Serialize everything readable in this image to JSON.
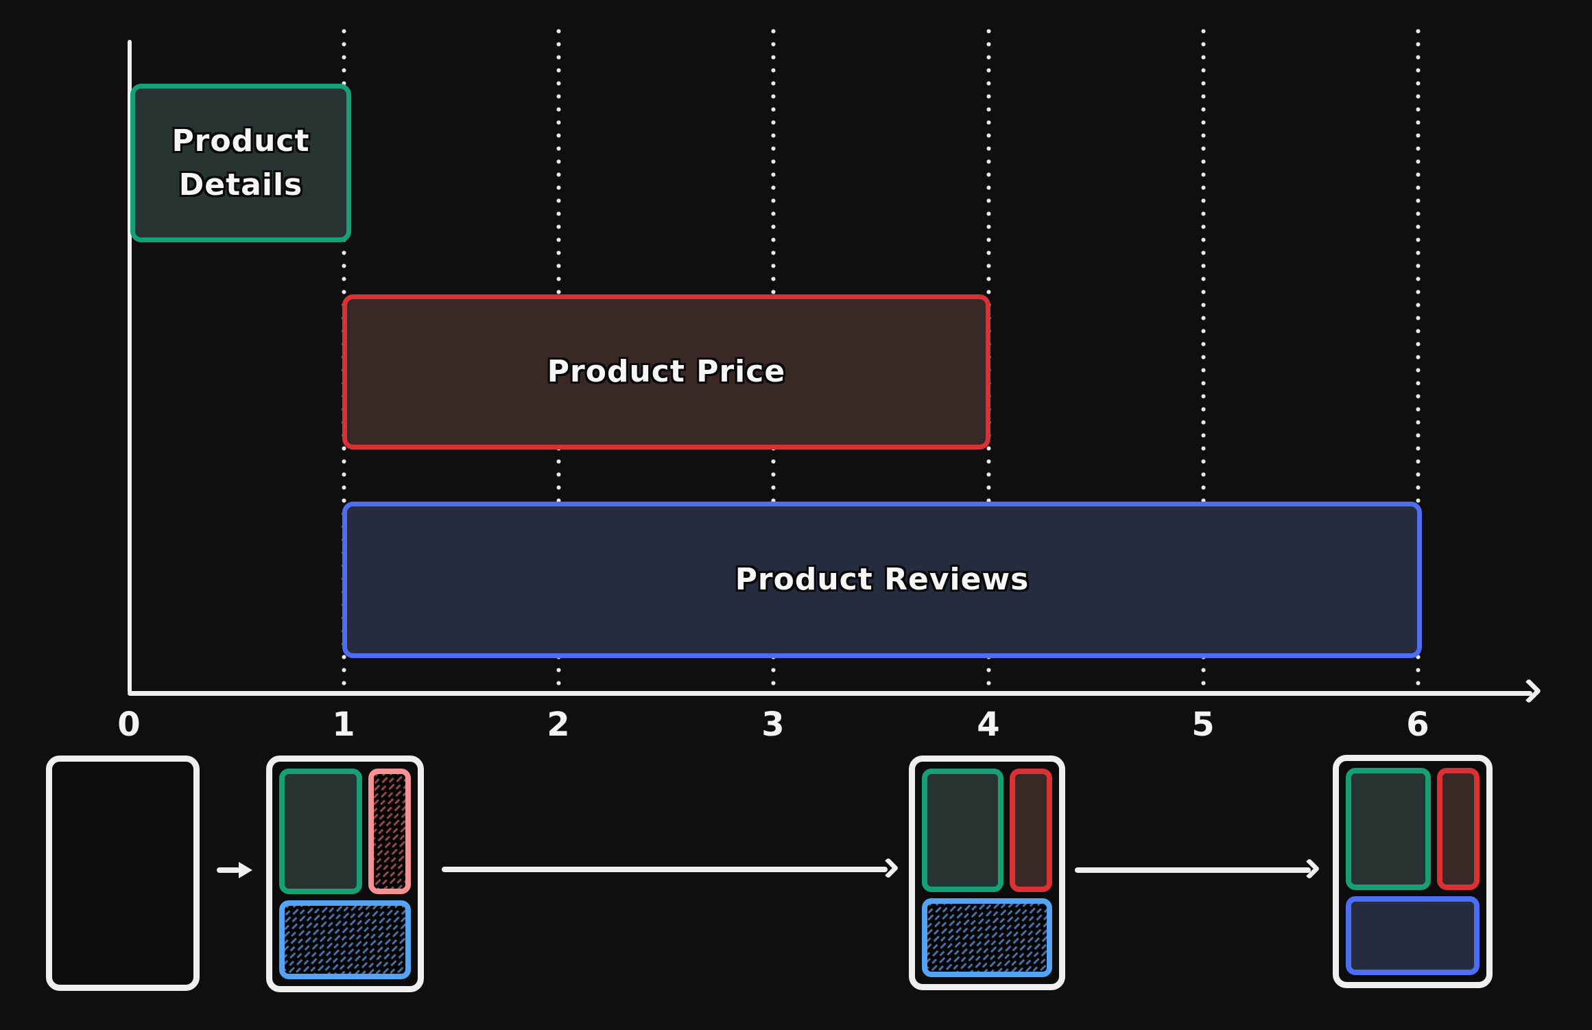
{
  "diagram": {
    "description": "streaming-loading timeline with progressive card rendering",
    "bars": [
      {
        "id": "product-details",
        "label": "Product\nDetails",
        "start": 0,
        "end": 1,
        "border_color": "#16a075",
        "fill_color": "#273431"
      },
      {
        "id": "product-price",
        "label": "Product Price",
        "start": 1,
        "end": 4,
        "border_color": "#dc3134",
        "fill_color": "#3a2827"
      },
      {
        "id": "product-reviews",
        "label": "Product Reviews",
        "start": 1,
        "end": 6,
        "border_color": "#4d6df2",
        "fill_color": "#262c40"
      }
    ],
    "axis_ticks": [
      "0",
      "1",
      "2",
      "3",
      "4",
      "5",
      "6"
    ]
  },
  "chart_data": {
    "type": "bar",
    "subtype": "gantt-timeline",
    "title": "",
    "xlabel": "",
    "ylabel": "",
    "xlim": [
      0,
      6.5
    ],
    "x_ticks": [
      0,
      1,
      2,
      3,
      4,
      5,
      6
    ],
    "grid": "vertical-dotted",
    "series": [
      {
        "name": "Product Details",
        "start": 0,
        "end": 1
      },
      {
        "name": "Product Price",
        "start": 1,
        "end": 4
      },
      {
        "name": "Product Reviews",
        "start": 1,
        "end": 6
      }
    ]
  },
  "cards_sequence": [
    {
      "id": "card-1",
      "state": "empty-shell",
      "details": "none",
      "price": "none",
      "reviews": "none"
    },
    {
      "id": "card-2",
      "state": "details-loaded",
      "details": "loaded",
      "price": "skeleton",
      "reviews": "skeleton"
    },
    {
      "id": "card-3",
      "state": "price-loaded",
      "details": "loaded",
      "price": "loaded",
      "reviews": "skeleton"
    },
    {
      "id": "card-4",
      "state": "all-loaded",
      "details": "loaded",
      "price": "loaded",
      "reviews": "loaded"
    }
  ],
  "colors": {
    "background": "#0f0f0f",
    "axis": "#efefef",
    "label_text": "#f6f6f6",
    "green_border": "#16a075",
    "green_fill": "#273431",
    "red_border": "#dc3134",
    "red_fill": "#3a2827",
    "blue_border": "#4d6df2",
    "blue_fill": "#262c40",
    "skeleton_pink_border": "#f79193",
    "skeleton_red_hatch": "#91484e",
    "skeleton_blue_border": "#55a4f3",
    "skeleton_blue_hatch": "#4a6fa5",
    "card_border": "#efefef"
  }
}
